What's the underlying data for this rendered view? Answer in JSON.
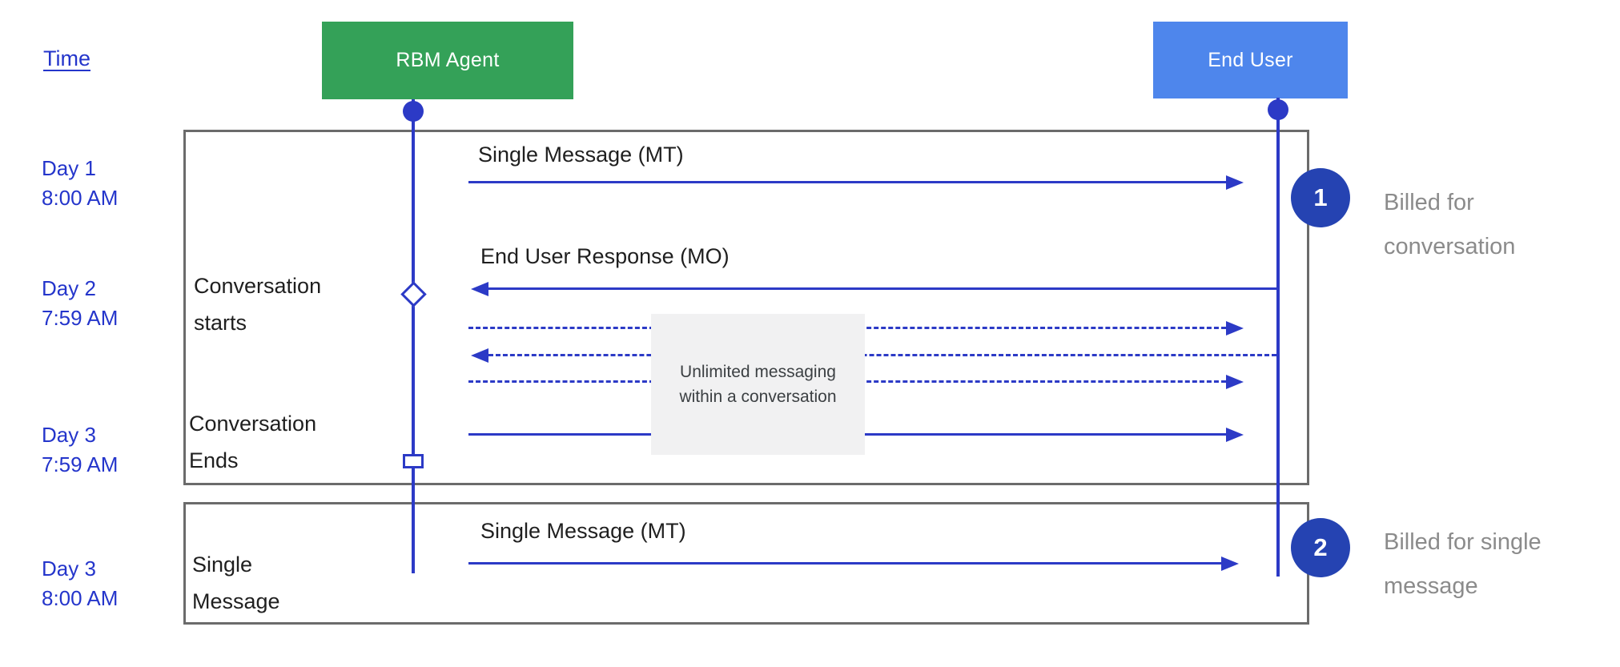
{
  "colors": {
    "line_blue": "#2c3ac6",
    "label_blue": "#2435cb",
    "agent_green": "#34a158",
    "user_blue": "#4e86ec",
    "badge_blue": "#2543b2",
    "border_gray": "#6b6b6b",
    "note_bg": "#f1f1f2",
    "muted_text": "#8b8b8b"
  },
  "header": {
    "time_label": "Time",
    "rbm_agent": "RBM Agent",
    "end_user": "End User"
  },
  "timeline": [
    {
      "day": "Day 1",
      "time": "8:00 AM"
    },
    {
      "day": "Day 2",
      "time": "7:59 AM"
    },
    {
      "day": "Day 3",
      "time": "7:59 AM"
    },
    {
      "day": "Day 3",
      "time": "8:00 AM"
    }
  ],
  "conversation": {
    "message_mt": "Single Message (MT)",
    "message_mo": "End User Response (MO)",
    "starts_line1": "Conversation",
    "starts_line2": "starts",
    "ends_line1": "Conversation",
    "ends_line2": "Ends",
    "note_line1": "Unlimited messaging",
    "note_line2": "within a conversation"
  },
  "single_message": {
    "label_line1": "Single",
    "label_line2": "Message",
    "message_mt": "Single Message (MT)"
  },
  "billing": [
    {
      "number": "1",
      "line1": "Billed for",
      "line2": "conversation"
    },
    {
      "number": "2",
      "line1": "Billed for single",
      "line2": "message"
    }
  ]
}
